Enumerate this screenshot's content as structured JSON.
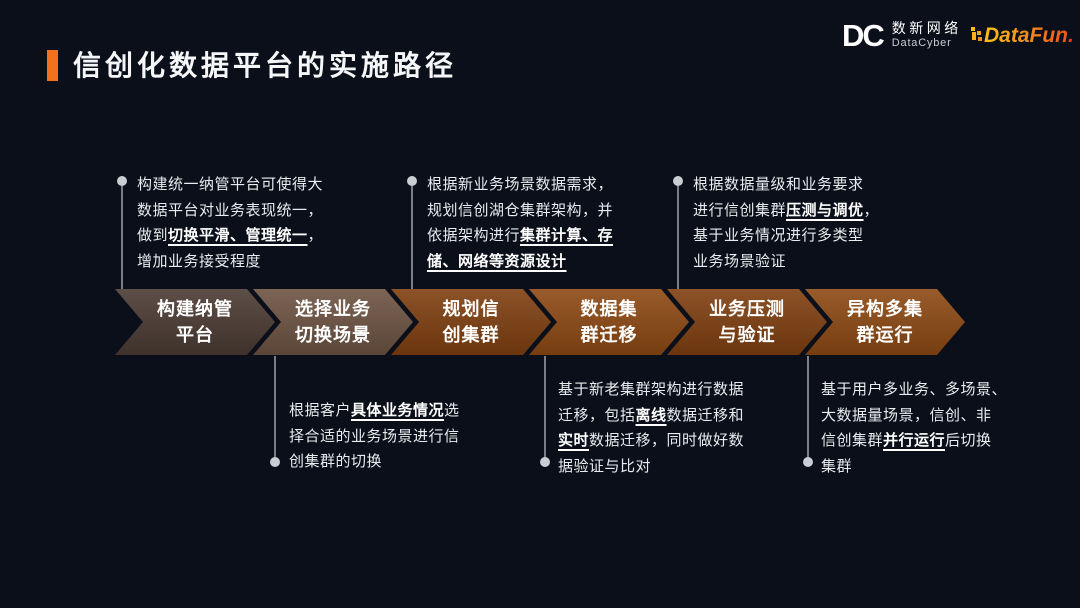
{
  "colors": {
    "background": "#0a0f1a",
    "accent_orange": "#f2711c",
    "body_text": "#e9ebee",
    "emphasis_text": "#ffffff",
    "connector_line": "#8d939e",
    "bullet": "#c9cdd4"
  },
  "header": {
    "title": "信创化数据平台的实施路径",
    "logos": {
      "datacyber": {
        "mark": "DC",
        "name_cn": "数新网络",
        "name_en": "DataCyber"
      },
      "datafun": {
        "text": "DataFun",
        "dot": "."
      }
    }
  },
  "diagram": {
    "steps": [
      {
        "label_lines": [
          "构建纳管",
          "平台"
        ],
        "color": "#4b3b33"
      },
      {
        "label_lines": [
          "选择业务",
          "切换场景"
        ],
        "color": "#6d5342"
      },
      {
        "label_lines": [
          "规划信",
          "创集群"
        ],
        "color": "#7f3f10"
      },
      {
        "label_lines": [
          "数据集",
          "群迁移"
        ],
        "color": "#8d4913"
      },
      {
        "label_lines": [
          "业务压测",
          "与验证"
        ],
        "color": "#7f3f10"
      },
      {
        "label_lines": [
          "异构多集",
          "群运行"
        ],
        "color": "#8d4913"
      }
    ],
    "annotations_top": [
      {
        "segments": [
          {
            "text": "构建统一纳管平台可使得大\n数据平台对业务表现统一，\n做到"
          },
          {
            "text": "切换平滑、管理统一",
            "em": true
          },
          {
            "text": "，\n增加业务接受程度"
          }
        ]
      },
      {
        "segments": [
          {
            "text": "根据新业务场景数据需求，\n规划信创湖仓集群架构，并\n依据架构进行"
          },
          {
            "text": "集群计算、存\n储、网络等资源设计",
            "em": true
          }
        ]
      },
      {
        "segments": [
          {
            "text": "根据数据量级和业务要求\n进行信创集群"
          },
          {
            "text": "压测与调优",
            "em": true
          },
          {
            "text": "，\n基于业务情况进行多类型\n业务场景验证"
          }
        ]
      }
    ],
    "annotations_bottom": [
      {
        "segments": [
          {
            "text": "根据客户"
          },
          {
            "text": "具体业务情况",
            "em": true
          },
          {
            "text": "选\n择合适的业务场景进行信\n创集群的切换"
          }
        ]
      },
      {
        "segments": [
          {
            "text": "基于新老集群架构进行数据\n迁移，包括"
          },
          {
            "text": "离线",
            "em": true
          },
          {
            "text": "数据迁移和\n"
          },
          {
            "text": "实时",
            "em": true
          },
          {
            "text": "数据迁移，同时做好数\n据验证与比对"
          }
        ]
      },
      {
        "segments": [
          {
            "text": "基于用户多业务、多场景、\n大数据量场景，信创、非\n信创集群"
          },
          {
            "text": "并行运行",
            "em": true
          },
          {
            "text": "后切换\n集群"
          }
        ]
      }
    ]
  }
}
